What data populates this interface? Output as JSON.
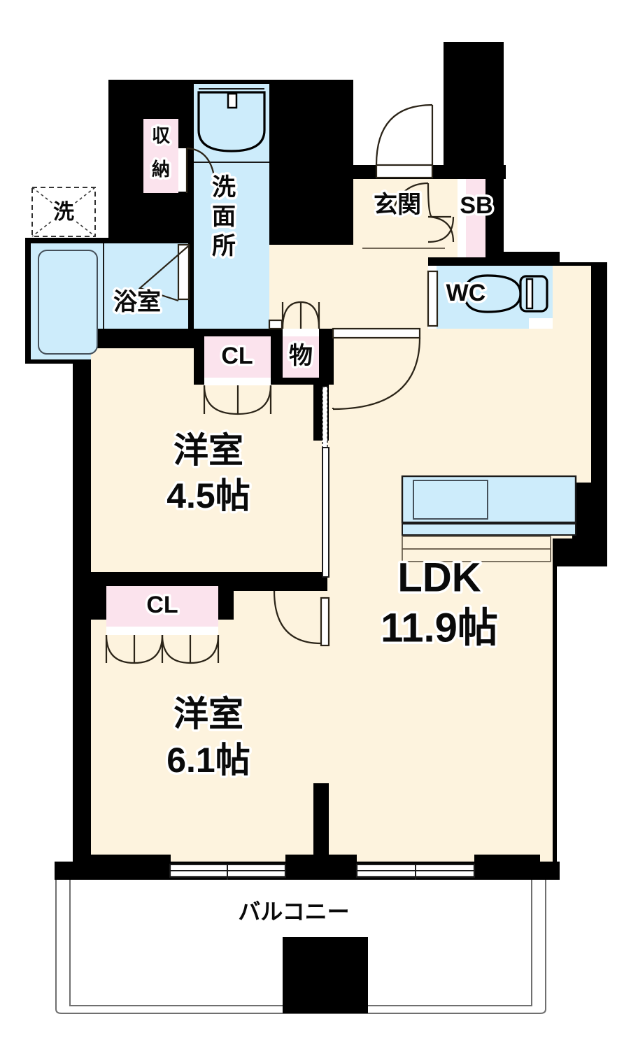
{
  "plan": {
    "kind": "apartment-floor-plan",
    "title": "2LDK floor plan",
    "colors": {
      "wall": "#000000",
      "floor_cream": "#fdf3de",
      "floor_blue": "#cdecfb",
      "floor_pink": "#fbe3ed",
      "paper": "#ffffff",
      "ink": "#0a0a0a"
    },
    "rooms": [
      {
        "id": "ldk",
        "name": "LDK",
        "area": "11.9帖",
        "label_full": "LDK 11.9帖",
        "fill": "floor_cream"
      },
      {
        "id": "bedroom-1",
        "name": "洋室",
        "area": "4.5帖",
        "label_full": "洋室 4.5帖",
        "fill": "floor_cream"
      },
      {
        "id": "bedroom-2",
        "name": "洋室",
        "area": "6.1帖",
        "label_full": "洋室 6.1帖",
        "fill": "floor_cream"
      },
      {
        "id": "entrance",
        "name": "玄関",
        "area": "",
        "label_full": "玄関",
        "fill": "floor_cream"
      },
      {
        "id": "washroom",
        "name": "洗面所",
        "area": "",
        "label_full": "洗面所",
        "fill": "floor_blue"
      },
      {
        "id": "bath",
        "name": "浴室",
        "area": "",
        "label_full": "浴室",
        "fill": "floor_blue"
      },
      {
        "id": "toilet",
        "name": "WC",
        "area": "",
        "label_full": "WC",
        "fill": "floor_blue"
      },
      {
        "id": "balcony",
        "name": "バルコニー",
        "area": "",
        "label_full": "バルコニー",
        "fill": "paper"
      }
    ],
    "labels": {
      "ldk_name": "LDK",
      "ldk_area": "11.9帖",
      "bedroom1_name": "洋室",
      "bedroom1_area": "4.5帖",
      "bedroom2_name": "洋室",
      "bedroom2_area": "6.1帖",
      "entrance": "玄関",
      "shoe_box": "SB",
      "toilet": "WC",
      "washroom_l1": "洗",
      "washroom_l2": "面",
      "washroom_l3": "所",
      "bath": "浴室",
      "washer_1": "洗",
      "storage_1": "収",
      "storage_2": "納",
      "closet_top": "CL",
      "closet_bottom": "CL",
      "misc_closet": "物",
      "balcony": "バルコニー"
    },
    "fixtures": [
      {
        "id": "vanity-sink",
        "name": "洗面台",
        "room": "washroom"
      },
      {
        "id": "washer-space",
        "name": "洗濯機置場",
        "room": "washroom"
      },
      {
        "id": "bathtub",
        "name": "浴槽",
        "room": "bath"
      },
      {
        "id": "toilet-bowl",
        "name": "便器",
        "room": "toilet"
      },
      {
        "id": "kitchen-sink",
        "name": "キッチン",
        "room": "ldk"
      }
    ],
    "storage": [
      {
        "id": "storage-upper",
        "label": "収納",
        "type": "storage"
      },
      {
        "id": "closet-bed1",
        "label": "CL",
        "type": "closet"
      },
      {
        "id": "closet-bed2",
        "label": "CL",
        "type": "closet"
      },
      {
        "id": "misc-closet",
        "label": "物",
        "type": "closet"
      },
      {
        "id": "shoe-box",
        "label": "SB",
        "type": "shoe-box"
      }
    ],
    "openings": [
      {
        "id": "entrance-door",
        "type": "hinged-door",
        "room": "entrance"
      },
      {
        "id": "entrance-inner",
        "type": "hinged-door",
        "room": "entrance"
      },
      {
        "id": "ldk-hall-door",
        "type": "hinged-door",
        "room": "ldk"
      },
      {
        "id": "wc-door",
        "type": "hinged-door",
        "room": "toilet"
      },
      {
        "id": "bath-door",
        "type": "folding-door",
        "room": "bath"
      },
      {
        "id": "washroom-door",
        "type": "hinged-door",
        "room": "washroom"
      },
      {
        "id": "bed1-ldk-slider",
        "type": "sliding-door",
        "room": "bedroom-1"
      },
      {
        "id": "bed2-ldk-door",
        "type": "hinged-door",
        "room": "bedroom-2"
      },
      {
        "id": "balcony-window-1",
        "type": "sliding-window",
        "room": "bedroom-2"
      },
      {
        "id": "balcony-window-2",
        "type": "sliding-window",
        "room": "ldk"
      }
    ]
  }
}
